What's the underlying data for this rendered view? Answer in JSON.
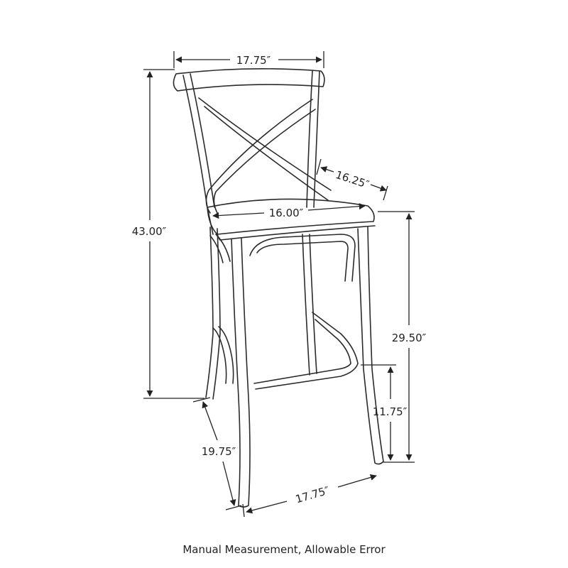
{
  "dimensions": {
    "back_width": "17.75″",
    "total_height": "43.00″",
    "seat_depth": "16.25″",
    "seat_width": "16.00″",
    "seat_height": "29.50″",
    "footrest_height": "11.75″",
    "base_depth": "19.75″",
    "base_width": "17.75″"
  },
  "caption": "Manual Measurement, Allowable Error"
}
